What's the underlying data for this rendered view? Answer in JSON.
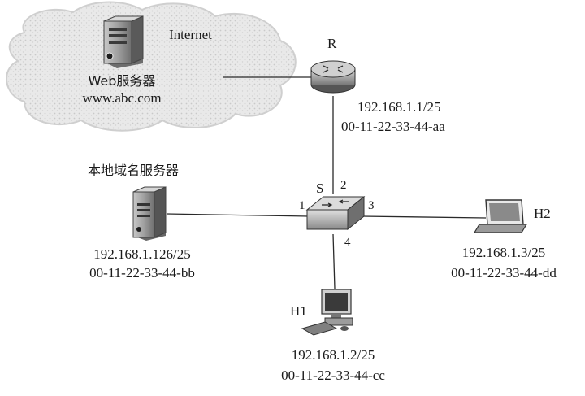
{
  "internet": {
    "label": "Internet",
    "web_server_label": "Web服务器",
    "web_server_domain": "www.abc.com"
  },
  "router": {
    "name": "R",
    "ip": "192.168.1.1/25",
    "mac": "00-11-22-33-44-aa"
  },
  "switch": {
    "name": "S",
    "ports": {
      "p1": "1",
      "p2": "2",
      "p3": "3",
      "p4": "4"
    }
  },
  "dns_server": {
    "label": "本地域名服务器",
    "ip": "192.168.1.126/25",
    "mac": "00-11-22-33-44-bb"
  },
  "h1": {
    "name": "H1",
    "ip": "192.168.1.2/25",
    "mac": "00-11-22-33-44-cc"
  },
  "h2": {
    "name": "H2",
    "ip": "192.168.1.3/25",
    "mac": "00-11-22-33-44-dd"
  },
  "colors": {
    "line": "#2a2a2a",
    "cloud": "#e4e4e4",
    "device": "#8c8c8c"
  }
}
